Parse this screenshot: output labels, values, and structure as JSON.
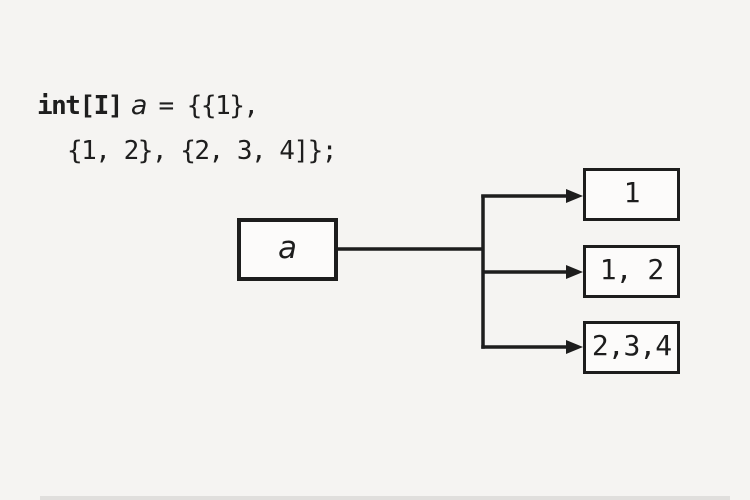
{
  "colors": {
    "background": "#f5f4f2",
    "ink": "#1d1d1d",
    "box_fill": "#fcfbfa"
  },
  "code": {
    "line1_keyword": "int[I]",
    "line1_variable": "a",
    "line1_tail": "= {{1},",
    "line2": "{1, 2}, {2, 3, 4]};"
  },
  "diagram": {
    "array_ref": {
      "label": "a"
    },
    "rows": [
      {
        "label": "1"
      },
      {
        "label": "1, 2"
      },
      {
        "label": "2,3,4"
      }
    ]
  }
}
